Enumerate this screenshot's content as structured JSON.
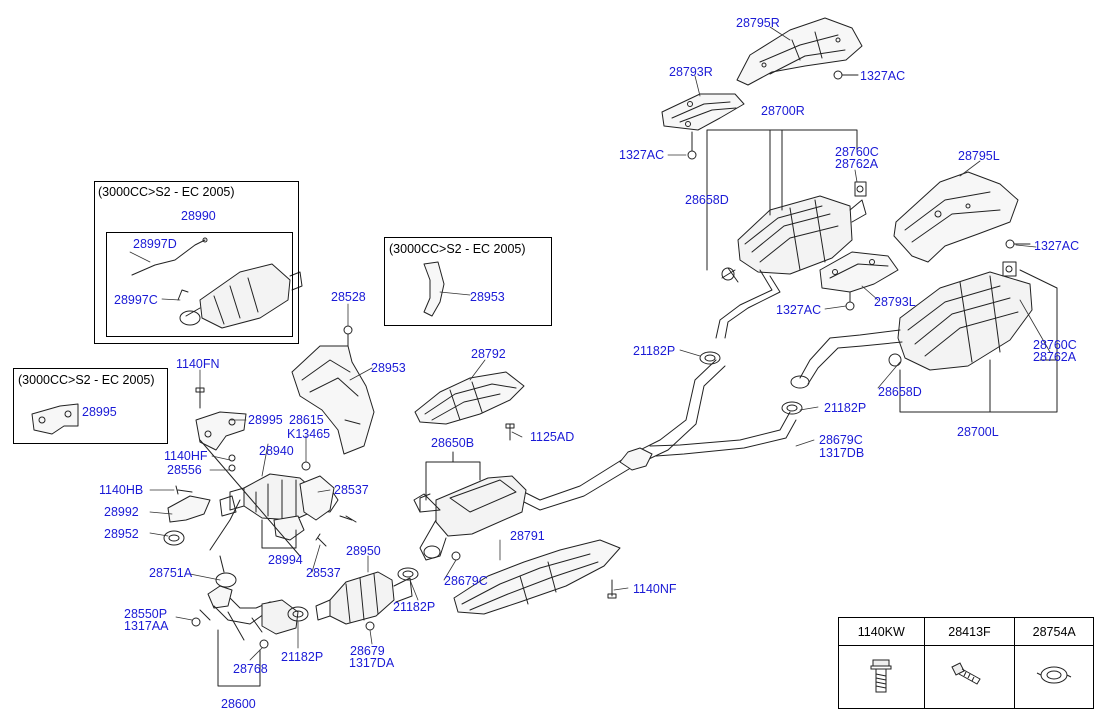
{
  "boxes": {
    "box_28990": {
      "header": "(3000CC>S2 - EC 2005)",
      "part": "28990"
    },
    "box_28953": {
      "header": "(3000CC>S2 - EC 2005)"
    },
    "box_28995": {
      "header": "(3000CC>S2 - EC 2005)"
    }
  },
  "labels": {
    "p28795R": "28795R",
    "p1327AC_a": "1327AC",
    "p28793R": "28793R",
    "p28700R": "28700R",
    "p1327AC_b": "1327AC",
    "p28760C_a": "28760C",
    "p28762A_a": "28762A",
    "p28795L": "28795L",
    "p28658D_a": "28658D",
    "p1327AC_c": "1327AC",
    "p28793L": "28793L",
    "p1327AC_d": "1327AC",
    "p28997D": "28997D",
    "p28997C": "28997C",
    "p28953_a": "28953",
    "p28528": "28528",
    "p28953_b": "28953",
    "p21182P_a": "21182P",
    "p28760C_b": "28760C",
    "p28762A_b": "28762A",
    "p28792": "28792",
    "p1140FN": "1140FN",
    "p28995_a": "28995",
    "p28995_b": "28995",
    "p28615": "28615",
    "pK13465": "K13465",
    "p28658D_b": "28658D",
    "p21182P_b": "21182P",
    "p28700L": "28700L",
    "p1125AD": "1125AD",
    "p28650B": "28650B",
    "p28679C_a": "28679C",
    "p1317DB": "1317DB",
    "p1140HF": "1140HF",
    "p28940": "28940",
    "p28556": "28556",
    "p1140HB": "1140HB",
    "p28537_a": "28537",
    "p28992": "28992",
    "p28952": "28952",
    "p28994": "28994",
    "p28537_b": "28537",
    "p28950": "28950",
    "p28791": "28791",
    "p28751A": "28751A",
    "p28679C_b": "28679C",
    "p1140NF": "1140NF",
    "p21182P_c": "21182P",
    "p28550P": "28550P",
    "p1317AA": "1317AA",
    "p21182P_d": "21182P",
    "p28679": "28679",
    "p1317DA": "1317DA",
    "p28768": "28768",
    "p28600": "28600"
  },
  "legend": [
    {
      "code": "1140KW",
      "icon": "flange-bolt-icon"
    },
    {
      "code": "28413F",
      "icon": "bolt-icon"
    },
    {
      "code": "28754A",
      "icon": "gasket-icon"
    }
  ]
}
